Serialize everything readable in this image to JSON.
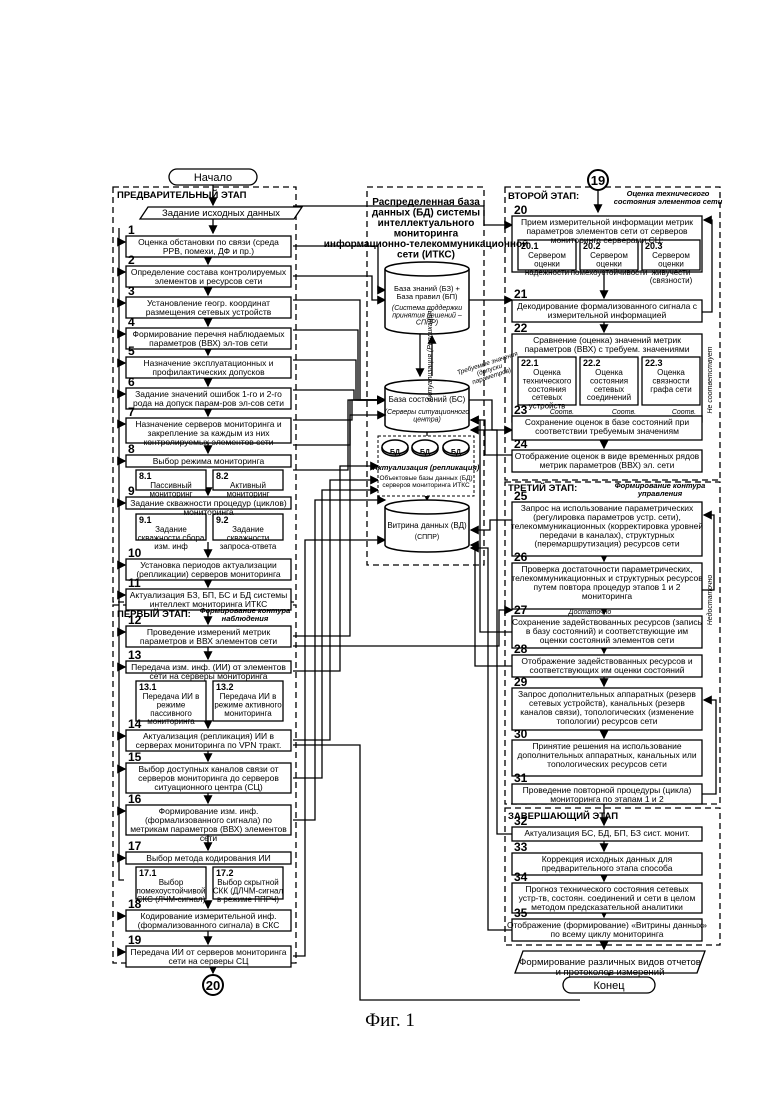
{
  "figure": {
    "start": "Начало",
    "end": "Конец",
    "caption": "Фиг. 1",
    "connector_top": "19",
    "connector_bottom": "20"
  },
  "stages": {
    "prelim": "ПРЕДВАРИТЕЛЬНЫЙ ЭТАП",
    "first": "ПЕРВЫЙ ЭТАП:",
    "first_sub": "Формирование контура наблюдения",
    "second": "ВТОРОЙ ЭТАП:",
    "second_sub": "Оценка технического состояния элементов сети",
    "third": "ТРЕТИЙ ЭТАП:",
    "third_sub": "Формирование контура управления",
    "final": "ЗАВЕРШАЮЩИЙ ЭТАП"
  },
  "initial_data": "Задание исходных данных",
  "left_blocks": [
    {
      "n": "1",
      "text": "Оценка обстановки по связи (среда РРВ, помехи, ДФ и пр.)"
    },
    {
      "n": "2",
      "text": "Определение состава контролируемых элементов и ресурсов сети"
    },
    {
      "n": "3",
      "text": "Установление геогр. координат размещения сетевых устройств"
    },
    {
      "n": "4",
      "text": "Формирование перечня наблюдаемых параметров (ВВХ) эл-тов сети"
    },
    {
      "n": "5",
      "text": "Назначение эксплуатационных и профилактических допусков"
    },
    {
      "n": "6",
      "text": "Задание значений ошибок 1-го и 2-го рода на допуск парам-ров эл-сов сети"
    },
    {
      "n": "7",
      "text": "Назначение серверов мониторинга и закрепление за каждым из них контролируемых элементов сети"
    },
    {
      "n": "8",
      "text": "Выбор режима мониторинга"
    },
    {
      "n": "9",
      "text": "Задание скважности процедур (циклов) мониторинга"
    },
    {
      "n": "10",
      "text": "Установка периодов актуализации (репликации) серверов мониторинга"
    },
    {
      "n": "11",
      "text": "Актуализация БЗ, БП, БС и БД системы интеллект мониторинга ИТКС"
    },
    {
      "n": "12",
      "text": "Проведение измерений метрик параметров и ВВХ элементов сети"
    },
    {
      "n": "13",
      "text": "Передача изм. инф. (ИИ) от элементов сети на серверы мониторинга"
    },
    {
      "n": "14",
      "text": "Актуализация (репликация) ИИ в серверах мониторинга по VPN тракт."
    },
    {
      "n": "15",
      "text": "Выбор доступных каналов связи от серверов мониторинга до серверов ситуационного центра (СЦ)"
    },
    {
      "n": "16",
      "text": "Формирование изм. инф. (формализованного сигнала) по метрикам параметров (ВВХ) элементов сети"
    },
    {
      "n": "17",
      "text": "Выбор метода кодирования ИИ"
    },
    {
      "n": "18",
      "text": "Кодирование измерительной инф. (формализованного сигнала) в СКС"
    },
    {
      "n": "19",
      "text": "Передача ИИ от серверов мониторинга сети на серверы СЦ"
    }
  ],
  "sub_blocks": {
    "s8_1": {
      "n": "8.1",
      "text": "Пассивный мониторинг"
    },
    "s8_2": {
      "n": "8.2",
      "text": "Активный мониторинг"
    },
    "s9_1": {
      "n": "9.1",
      "text": "Задание скважности сбора изм. инф"
    },
    "s9_2": {
      "n": "9.2",
      "text": "Задание скважности запроса-ответа"
    },
    "s13_1": {
      "n": "13.1",
      "text": "Передача ИИ в режиме пассивного мониторинга"
    },
    "s13_2": {
      "n": "13.2",
      "text": "Передача ИИ в режиме активного мониторинга"
    },
    "s17_1": {
      "n": "17.1",
      "text": "Выбор помехоустойчивой СКС (ЛЧМ-сигнал)"
    },
    "s17_2": {
      "n": "17.2",
      "text": "Выбор скрытной СКК (ДЛЧМ-сигнал в режиме ППРЧ)"
    },
    "s20_1": {
      "n": "20.1",
      "text": "Сервером оценки надежности"
    },
    "s20_2": {
      "n": "20.2",
      "text": "Сервером оценки помехоустойчивости"
    },
    "s20_3": {
      "n": "20.3",
      "text": "Сервером оценки живучести (связности)"
    },
    "s22_1": {
      "n": "22.1",
      "text": "Оценка технического состояния сетевых устройств"
    },
    "s22_2": {
      "n": "22.2",
      "text": "Оценка состояния сетевых соединений"
    },
    "s22_3": {
      "n": "22.3",
      "text": "Оценка связности графа сети"
    }
  },
  "right_blocks": [
    {
      "n": "20",
      "text": "Прием измерительной информации метрик параметров элементов сети от серверов мониторинга серверами СЦ:"
    },
    {
      "n": "21",
      "text": "Декодирование формализованного сигнала с измерительной информацией"
    },
    {
      "n": "22",
      "text": "Сравнение (оценка) значений метрик параметров (ВВХ) с требуем. значениями"
    },
    {
      "n": "23",
      "text": "Сохранение оценок в базе состояний при соответствии требуемым значениям"
    },
    {
      "n": "24",
      "text": "Отображение оценок в виде временных рядов метрик параметров (ВВХ) эл. сети"
    },
    {
      "n": "25",
      "text": "Запрос на использование параметрических (регулировка параметров устр. сети), телекоммуникационных (корректировка уровней передачи в каналах), структурных (перемаршрутизация) ресурсов сети"
    },
    {
      "n": "26",
      "text": "Проверка достаточности параметрических, телекоммуникационных и структурных ресурсов путем повтора процедур этапов 1 и 2 мониторинга"
    },
    {
      "n": "27",
      "text": "Сохранение задействованных ресурсов (запись в базу состояний) и соответствующие им оценки состояний элементов сети"
    },
    {
      "n": "28",
      "text": "Отображение задействованных ресурсов и соответствующих им оценки состояний"
    },
    {
      "n": "29",
      "text": "Запрос дополнительных аппаратных (резерв сетевых устройств), канальных (резерв каналов связи), топологических (изменение топологии) ресурсов сети"
    },
    {
      "n": "30",
      "text": "Принятие решения на использование дополнительных аппаратных, канальных или топологических ресурсов сети"
    },
    {
      "n": "31",
      "text": "Проведение повторной процедуры (цикла) мониторинга по этапам 1 и 2"
    },
    {
      "n": "32",
      "text": "Актуализация БС, БД, БП, БЗ сист. монит."
    },
    {
      "n": "33",
      "text": "Коррекция исходных данных для предварительного этапа способа"
    },
    {
      "n": "34",
      "text": "Прогноз технического состояния сетевых устр-тв, состоян. соединений и сети в целом методом предсказательной аналитики"
    },
    {
      "n": "35",
      "text": "Отображение (формирование) «Витрины данных» по всему циклу мониторинга"
    }
  ],
  "reports": "Формирование различных видов отчетов и протоколов измерений",
  "db": {
    "title": "Распределенная база данных (БД) системы интеллектуального мониторинга информационно-телекоммуникационной сети (ИТКС)",
    "kb": "База знаний (БЗ) + База правил (БП)",
    "kb_sub": "(Система поддержки принятия решений – СППР)",
    "state": "База состояний (БС)",
    "state_sub": "(Серверы ситуационного центра)",
    "bd": "БД",
    "repl": "Актуализация (репликация)",
    "obj": "Объектовые базы данных (БД) серверов мониторинга ИТКС",
    "vitrina": "Витрина данных (ВД)",
    "vitrina_sub": "(СППР)",
    "actualization": "Актуализация (Репликация)",
    "req": "Требуемые значения (допуски параметров)"
  },
  "labels": {
    "corresp": "Соотв.",
    "enough": "Достаточно",
    "not_corresp": "Не соответствует",
    "not_enough": "Недостаточно"
  }
}
